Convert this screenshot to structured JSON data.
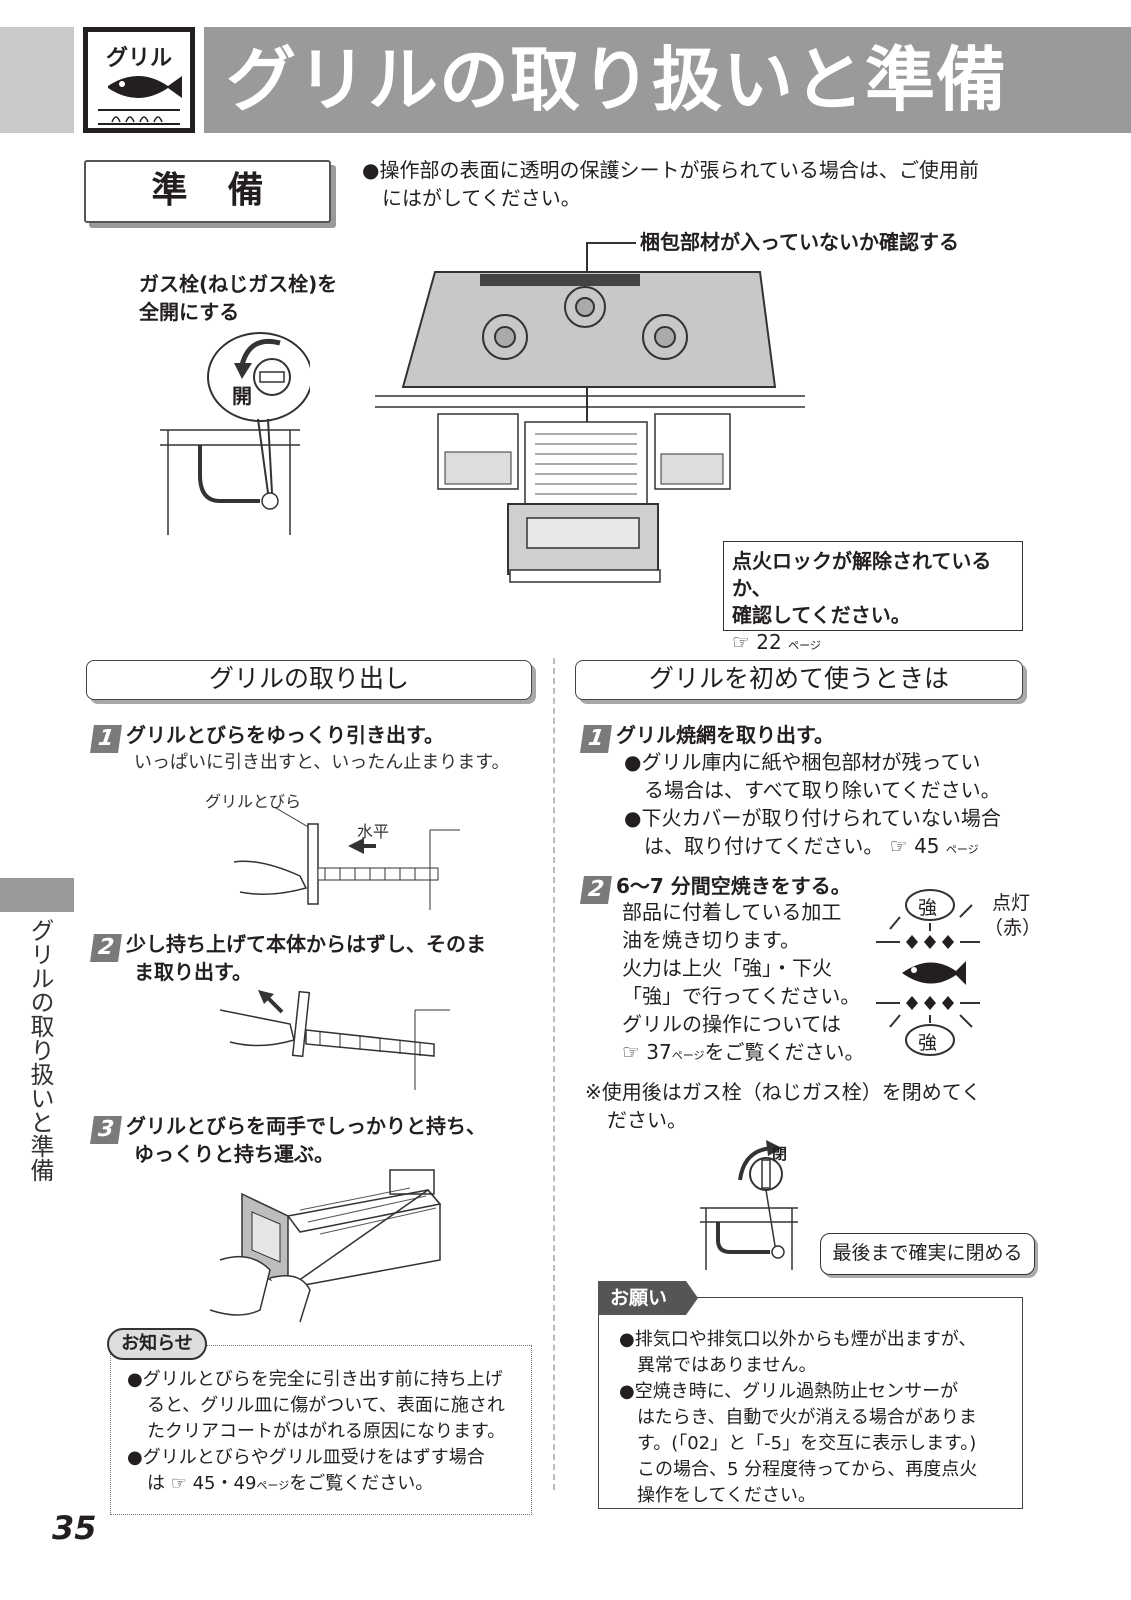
{
  "header": {
    "icon_label": "グリル",
    "title": "グリルの取り扱いと準備"
  },
  "prep": {
    "box_label": "準備",
    "note_line1": "●操作部の表面に透明の保護シートが張られている場合は、ご使用前",
    "note_line2": "にはがしてください。",
    "packing_check": "梱包部材が入っていないか確認する",
    "gas_line1": "ガス栓(ねじガス栓)を",
    "gas_line2": "全開にする",
    "open_label": "開",
    "lock_line1": "点火ロックが解除されているか、",
    "lock_line2": "確認してください。",
    "lock_ref_num": "22",
    "lock_ref_unit": "ページ"
  },
  "left": {
    "title": "グリルの取り出し",
    "s1_num": "1",
    "s1_title": "グリルとびらをゆっくり引き出す。",
    "s1_desc": "いっぱいに引き出すと、いったん止まります。",
    "fig1_door": "グリルとびら",
    "fig1_level": "水平",
    "s2_num": "2",
    "s2_line1": "少し持ち上げて本体からはずし、そのま",
    "s2_line2": "ま取り出す。",
    "s3_num": "3",
    "s3_line1": "グリルとびらを両手でしっかりと持ち、",
    "s3_line2": "ゆっくりと持ち運ぶ。",
    "notice_tag": "お知らせ",
    "n1_l1": "●グリルとびらを完全に引き出す前に持ち上げ",
    "n1_l2": "ると、グリル皿に傷がついて、表面に施され",
    "n1_l3": "たクリアコートがはがれる原因になります。",
    "n2_l1": "●グリルとびらやグリル皿受けをはずす場合",
    "n2_l2_pre": "は",
    "n2_l2_ref": "45・49",
    "n2_l2_unit": "ページ",
    "n2_l2_post": "をご覧ください。"
  },
  "right": {
    "title": "グリルを初めて使うときは",
    "s1_num": "1",
    "s1_title": "グリル焼網を取り出す。",
    "b1_l1": "●グリル庫内に紙や梱包部材が残ってい",
    "b1_l2": "る場合は、すべて取り除いてください。",
    "b2_l1": "●下火カバーが取り付けられていない場合",
    "b2_l2": "は、取り付けてください。",
    "b2_ref": "45",
    "b2_unit": "ページ",
    "s2_num": "2",
    "s2_title": "6～7 分間空焼きをする。",
    "s2_l1": "部品に付着している加工",
    "s2_l2": "油を焼き切ります。",
    "s2_l3": "火力は上火「強」・下火",
    "s2_l4": "「強」で行ってください。",
    "s2_l5": "グリルの操作については",
    "s2_ref": "37",
    "s2_unit": "ページ",
    "s2_post": "をご覧ください。",
    "disp_strong": "強",
    "disp_lit": "点灯",
    "disp_red": "（赤）",
    "after_l1": "※使用後はガス栓（ねじガス栓）を閉めてく",
    "after_l2": "ださい。",
    "close_label": "閉",
    "close_callout": "最後まで確実に閉める",
    "onegai_tag": "お願い",
    "o1_l1": "●排気口や排気口以外からも煙が出ますが、",
    "o1_l2": "異常ではありません。",
    "o2_l1": "●空焼き時に、グリル過熱防止センサーが",
    "o2_l2": "はたらき、自動で火が消える場合がありま",
    "o2_l3": "す。(「02」と「-5」を交互に表示します。)",
    "o2_l4": "この場合、5 分程度待ってから、再度点火",
    "o2_l5": "操作をしてください。"
  },
  "side_tab": "グリルの取り扱いと準備",
  "page_number": "35"
}
